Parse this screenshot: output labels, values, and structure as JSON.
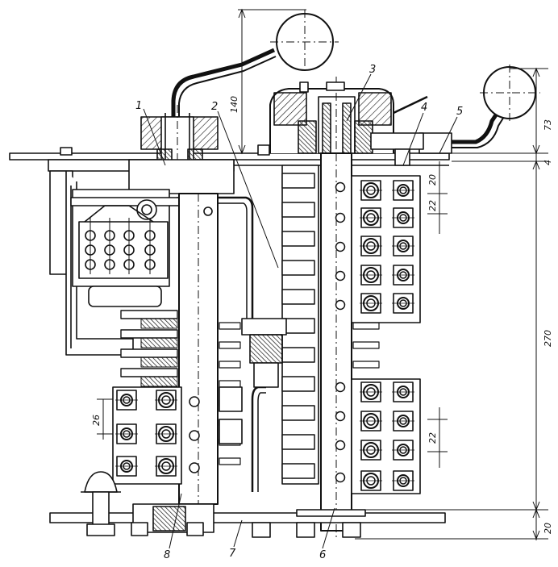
{
  "drawing": {
    "part_labels": {
      "p1": "1",
      "p2": "2",
      "p3": "3",
      "p4": "4",
      "p5": "5",
      "p6": "6",
      "p7": "7",
      "p8": "8"
    },
    "dimensions": {
      "d140": "140",
      "d73": "73",
      "d4": "4",
      "d20_top": "20",
      "d22_top": "22",
      "d270": "270",
      "d26": "26",
      "d22_bottom": "22",
      "d20_bottom": "20"
    },
    "colors": {
      "ink": "#111111",
      "paper": "#ffffff"
    }
  }
}
